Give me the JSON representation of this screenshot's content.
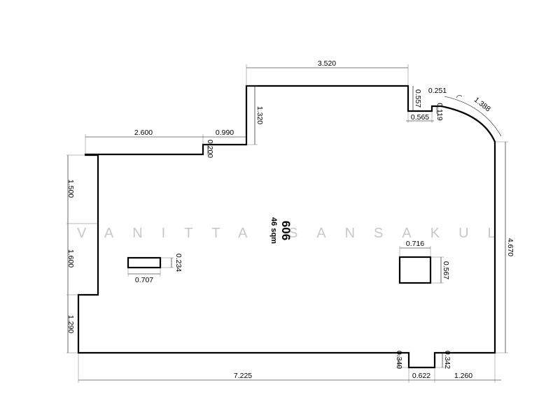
{
  "plan": {
    "watermark": "VANITTA SANSAKUL",
    "room_number": "606",
    "room_area": "46 sqm",
    "dimensions": {
      "top_center": "3.520",
      "upper_left": "2.600",
      "step_width": "0.990",
      "step_height": "0.200",
      "top_left_height": "1.320",
      "notch_height": "0.557",
      "notch_width": "0.565",
      "notch_top": "0.251",
      "notch_small": "0.119",
      "arc_length": "1.388",
      "left_top": "1.500",
      "left_mid": "1.600",
      "left_bottom": "1.290",
      "right_height": "4.670",
      "bottom_left": "7.225",
      "bottom_notch_width": "0.622",
      "bottom_right": "1.260",
      "bottom_notch_left": "0.340",
      "bottom_notch_right": "0.342",
      "box_left_width": "0.707",
      "box_left_height": "0.234",
      "box_right_width": "0.716",
      "box_right_height": "0.567"
    }
  }
}
